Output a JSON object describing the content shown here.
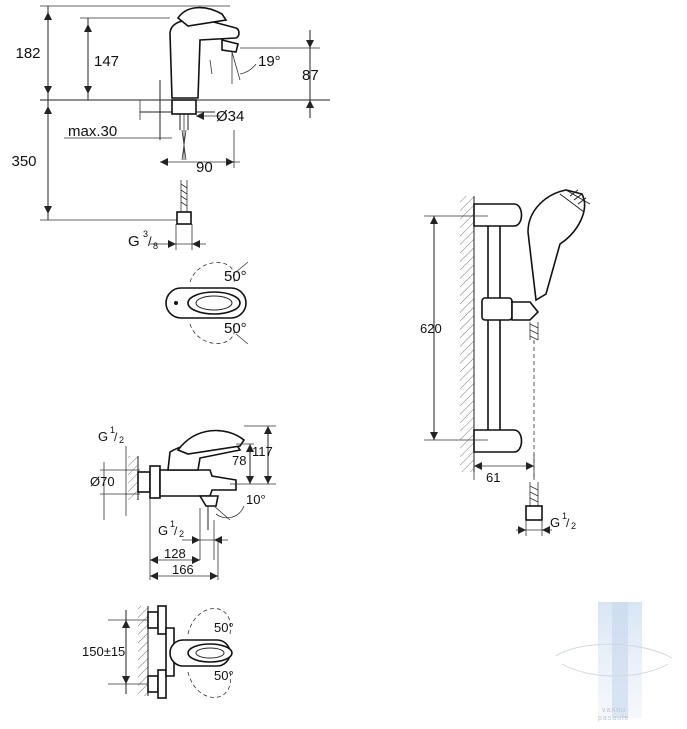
{
  "basin_mixer": {
    "dim_total_height": "182",
    "dim_spout_height": "147",
    "dim_angle_spout": "19°",
    "dim_spout_clearance": "87",
    "dim_base_diameter": "Ø34",
    "dim_max_thickness": "max.30",
    "dim_hose_length": "350",
    "dim_reach": "90",
    "dim_connection_prefix": "G",
    "dim_connection_num": "3",
    "dim_connection_den": "8"
  },
  "basin_mixer_top": {
    "dim_angle_up": "50°",
    "dim_angle_down": "50°"
  },
  "bath_mixer": {
    "dim_inlet_prefix": "G",
    "dim_inlet_num": "1",
    "dim_inlet_den": "2",
    "dim_rosette": "Ø70",
    "dim_height_78": "78",
    "dim_height_117": "117",
    "dim_angle_spout": "10°",
    "dim_outlet_prefix": "G",
    "dim_outlet_num": "1",
    "dim_outlet_den": "2",
    "dim_128": "128",
    "dim_166": "166"
  },
  "bath_mixer_top": {
    "dim_centres": "150±15",
    "dim_angle_up": "50°",
    "dim_angle_down": "50°"
  },
  "shower_rail": {
    "dim_rail_length": "620",
    "dim_wall_offset": "61",
    "dim_hose_prefix": "G",
    "dim_hose_num": "1",
    "dim_hose_den": "2"
  },
  "watermark": {
    "line1": "vannu",
    "line2": "pasaule"
  }
}
